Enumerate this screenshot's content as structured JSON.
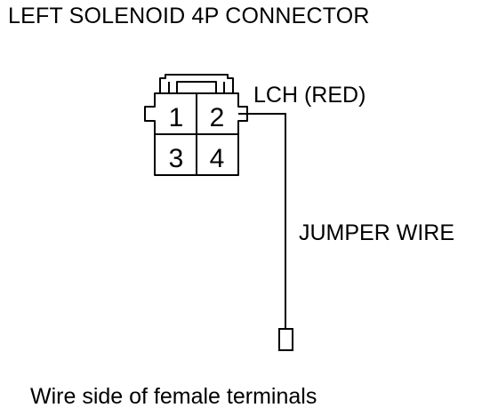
{
  "title": "LEFT SOLENOID 4P CONNECTOR",
  "connector": {
    "pins": [
      "1",
      "2",
      "3",
      "4"
    ]
  },
  "wire_label": "LCH (RED)",
  "jumper_label": "JUMPER WIRE",
  "caption": "Wire side of female terminals",
  "colors": {
    "line": "#000000",
    "background": "#ffffff"
  }
}
